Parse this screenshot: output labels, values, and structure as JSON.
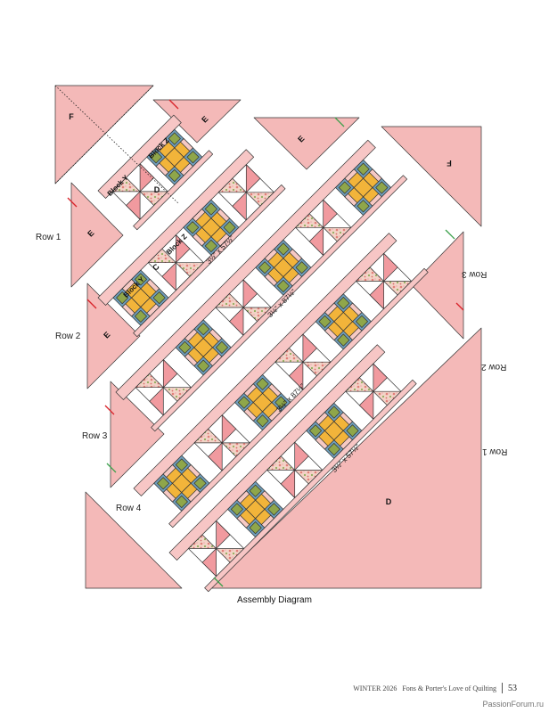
{
  "diagram": {
    "caption": "Assembly Diagram",
    "row_labels_left": [
      "Row 1",
      "Row 2",
      "Row 3",
      "Row 4"
    ],
    "row_labels_right": [
      "Row 3",
      "Row 2",
      "Row 1"
    ],
    "strip_labels": [
      "3½\" x 57½\"",
      "3½\" x 87½\"",
      "3½\" x 87½\"",
      "3½\" x 57½\""
    ],
    "piece_labels": {
      "F": "F",
      "E": "E",
      "D": "D",
      "C": "C",
      "block_y": "Block Y",
      "block_z": "Block Z"
    },
    "colors": {
      "triangle_pink": "#f4b9b8",
      "outline": "#333333",
      "sashing": "#f7c6c5",
      "blue": "#6f9fbc",
      "yellow": "#f2b43a",
      "green": "#8fa64a",
      "floral": "#eebdb0",
      "cut_red": "#d8232a",
      "cut_green": "#3aa04a"
    }
  },
  "footer": {
    "issue": "WINTER 2026",
    "magazine": "Fons & Porter's Love of Quilting",
    "page_number": "53"
  },
  "watermark": "PassionForum.ru"
}
